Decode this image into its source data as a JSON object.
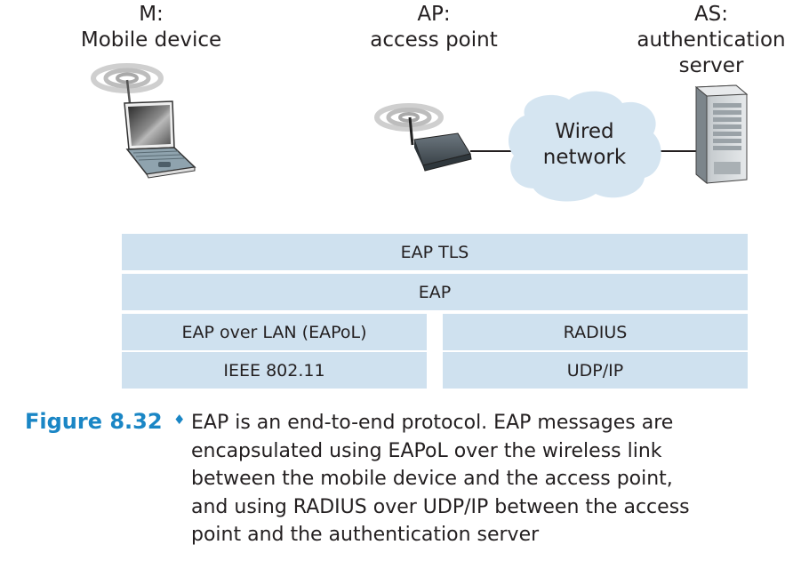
{
  "nodes": {
    "mobile": {
      "title": "M:",
      "subtitle": "Mobile device"
    },
    "access_point": {
      "title": "AP:",
      "subtitle": "access point"
    },
    "auth_server": {
      "title": "AS:",
      "subtitle_lines": [
        "authentication",
        "server"
      ]
    }
  },
  "cloud": {
    "lines": [
      "Wired",
      "network"
    ]
  },
  "protocol_stack": {
    "full_width": [
      "EAP TLS",
      "EAP"
    ],
    "left_column": [
      "EAP over LAN (EAPoL)",
      "IEEE 802.11"
    ],
    "right_column": [
      "RADIUS",
      "UDP/IP"
    ]
  },
  "caption": {
    "figure_number": "Figure 8.32",
    "bullet": "♦",
    "lines": [
      "EAP is an end-to-end protocol. EAP messages are",
      "encapsulated using EAPoL over the wireless link",
      "between the mobile device and the access point,",
      "and using RADIUS over UDP/IP between the access",
      "point and the authentication server"
    ]
  },
  "colors": {
    "stack_fill": "#cfe1ef",
    "cloud_fill": "#d5e5f1",
    "figure_label": "#1a86c5"
  }
}
